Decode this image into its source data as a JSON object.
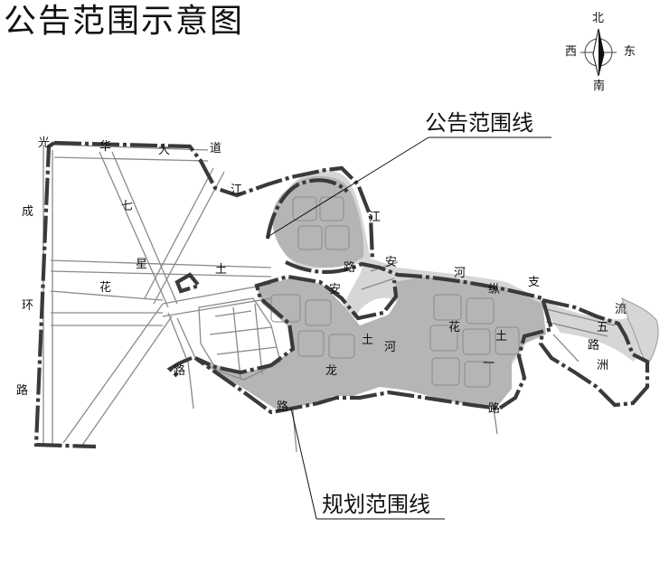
{
  "title": "公告范围示意图",
  "callouts": {
    "notice_boundary": "公告范围线",
    "planning_boundary": "规划范围线"
  },
  "compass": {
    "north": "北",
    "south": "南",
    "east": "东",
    "west": "西"
  },
  "road_chars": {
    "guanghua_1": "光",
    "guanghua_2": "华",
    "guanghua_3": "大",
    "guanghua_4": "道",
    "chenghuan_1": "成",
    "chenghuan_2": "环",
    "chenghuan_3": "路",
    "qixing_1": "七",
    "qixing_2": "星",
    "qixing_3": "花",
    "jiang_1": "江",
    "jiang_2": "江",
    "jiangan_1": "路",
    "jiangan_2": "安",
    "jiangan_3": "安",
    "tu_1": "土",
    "tu_2": "土",
    "tu_3": "土",
    "he_1": "河",
    "he_2": "河",
    "long": "龙",
    "lu_1": "路",
    "lu_2": "路",
    "lu_3": "路",
    "lu_4": "路",
    "zong": "纵",
    "zhi": "支",
    "liu": "流",
    "wu": "五",
    "zhou": "洲",
    "hua": "花",
    "yi": "一"
  },
  "colors": {
    "zone_fill": "#b5b5b5",
    "water": "#d6d6d6",
    "boundary": "#3a3a3a",
    "road": "#8a8a8a"
  }
}
